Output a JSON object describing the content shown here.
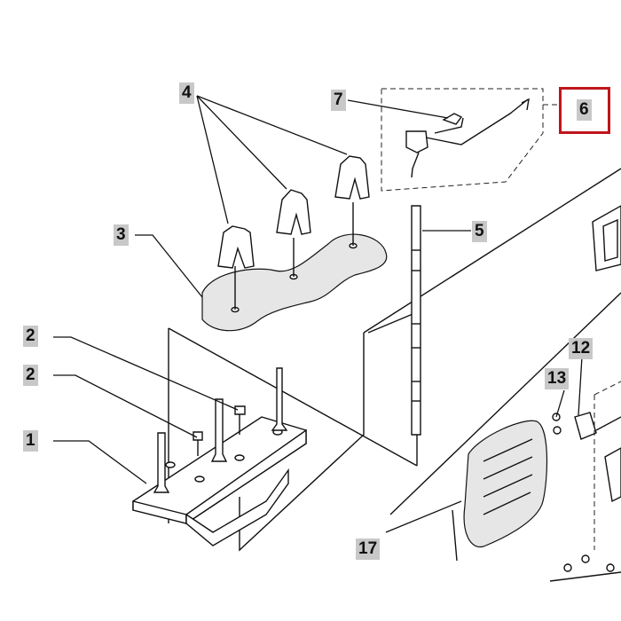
{
  "callouts": {
    "c1": "1",
    "c2a": "2",
    "c2b": "2",
    "c3": "3",
    "c4": "4",
    "c5": "5",
    "c6": "6",
    "c7": "7",
    "c12": "12",
    "c13": "13",
    "c17": "17"
  },
  "colors": {
    "highlight_border": "#c0151c",
    "label_background": "#c8c8c8",
    "line": "#111111"
  }
}
